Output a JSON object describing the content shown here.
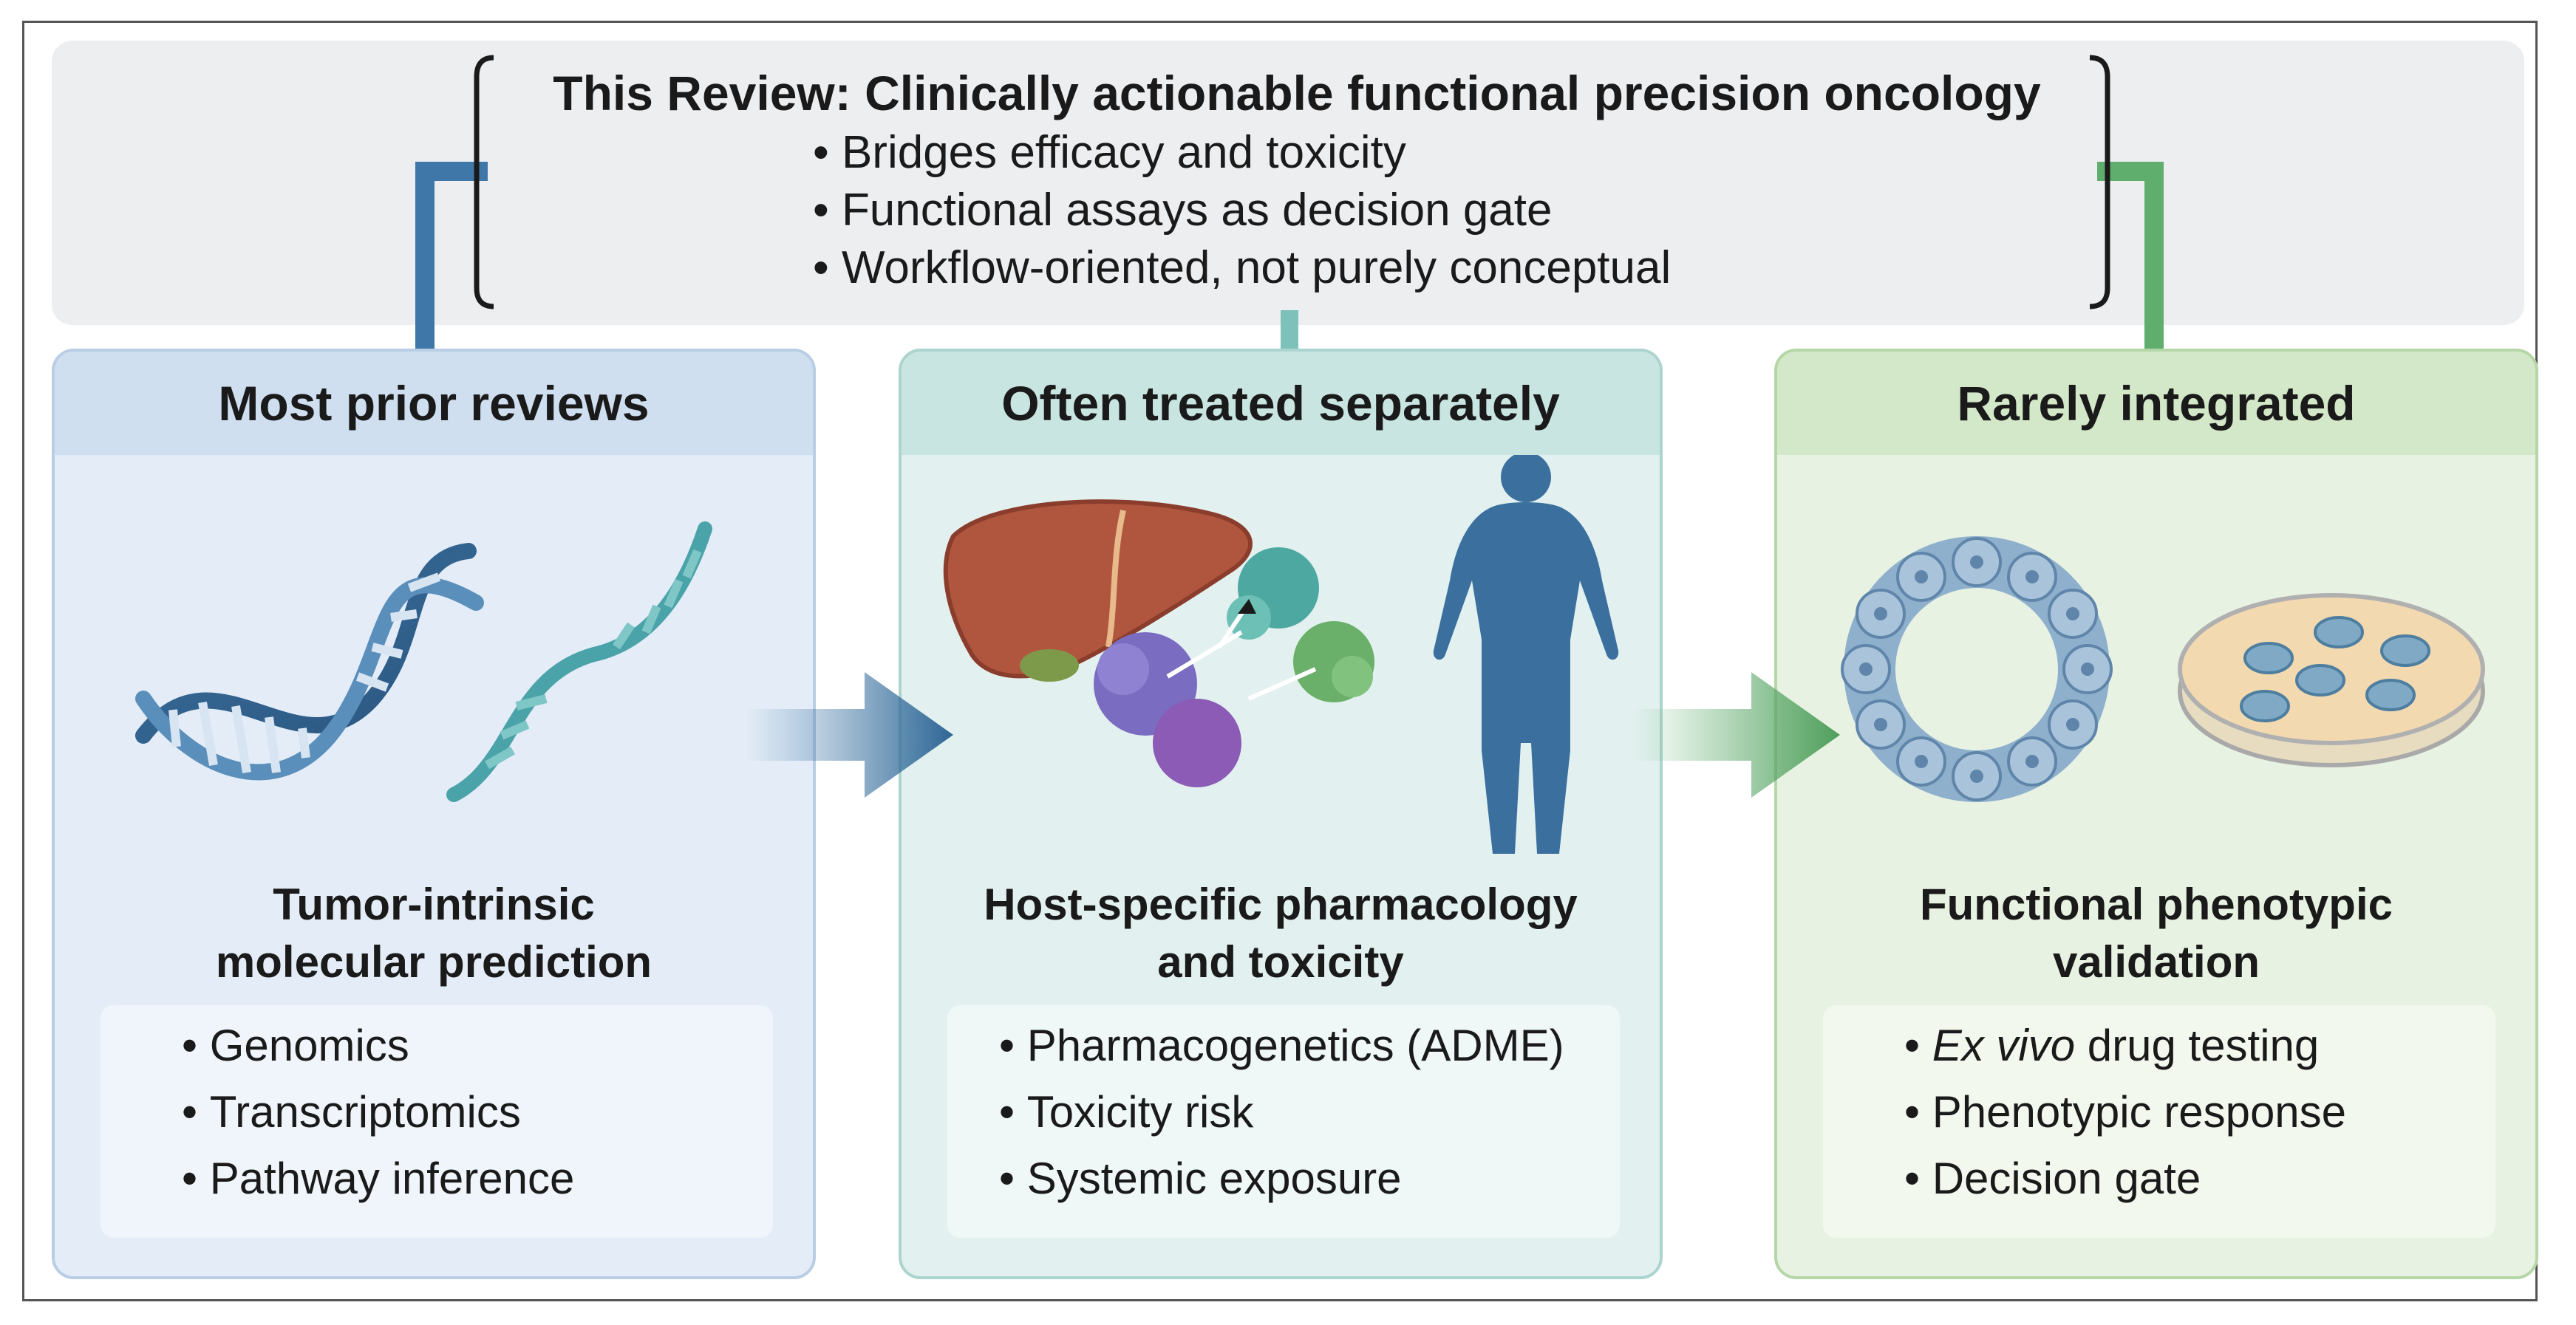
{
  "header": {
    "title": "This Review: Clinically actionable functional precision oncology",
    "bullets": [
      "Bridges efficacy and toxicity",
      "Functional assays as decision gate",
      "Workflow-oriented, not purely conceptual"
    ]
  },
  "panels": [
    {
      "heading": "Most prior reviews",
      "subtitle_line1": "Tumor-intrinsic",
      "subtitle_line2": "molecular prediction",
      "items": [
        "Genomics",
        "Transcriptomics",
        "Pathway inference"
      ]
    },
    {
      "heading": "Often treated separately",
      "subtitle_line1": "Host-specific pharmacology",
      "subtitle_line2": "and toxicity",
      "items": [
        "Pharmacogenetics (ADME)",
        "Toxicity risk",
        "Systemic exposure"
      ]
    },
    {
      "heading": "Rarely integrated",
      "subtitle_line1": "Functional phenotypic",
      "subtitle_line2": "validation",
      "item0_em": "Ex vivo",
      "item0_rest": " drug testing",
      "items": [
        "Ex vivo drug testing",
        "Phenotypic response",
        "Decision gate"
      ]
    }
  ],
  "icons": [
    "dna-helix-icon",
    "liver-icon",
    "protein-complex-icon",
    "human-body-icon",
    "organoid-ring-icon",
    "petri-dish-icon",
    "arrow-right-icon"
  ],
  "colors": {
    "blue_panel": "#cfdff0",
    "teal_panel": "#c8e5e1",
    "green_panel": "#d3e8c8",
    "blue_connector": "#3f78a8",
    "teal_connector": "#7cc2bb",
    "green_connector": "#5fae6e"
  }
}
